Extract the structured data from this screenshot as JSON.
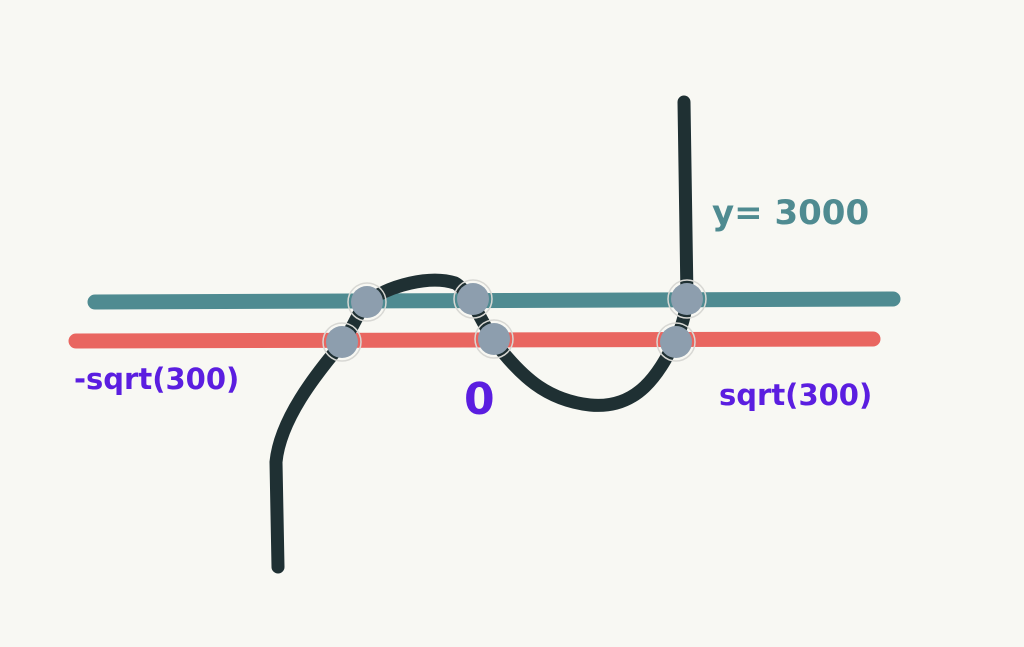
{
  "labels": {
    "line_label": "y= 3000",
    "left_root": "-sqrt(300)",
    "middle_root": "0",
    "right_root": "sqrt(300)"
  },
  "colors": {
    "background": "#f8f8f3",
    "teal_line": "#4f8b91",
    "red_line": "#e96660",
    "curve": "#1f3033",
    "points": "#8d9eae",
    "label_purple": "#5b1ee0",
    "label_teal": "#4f8b91"
  }
}
